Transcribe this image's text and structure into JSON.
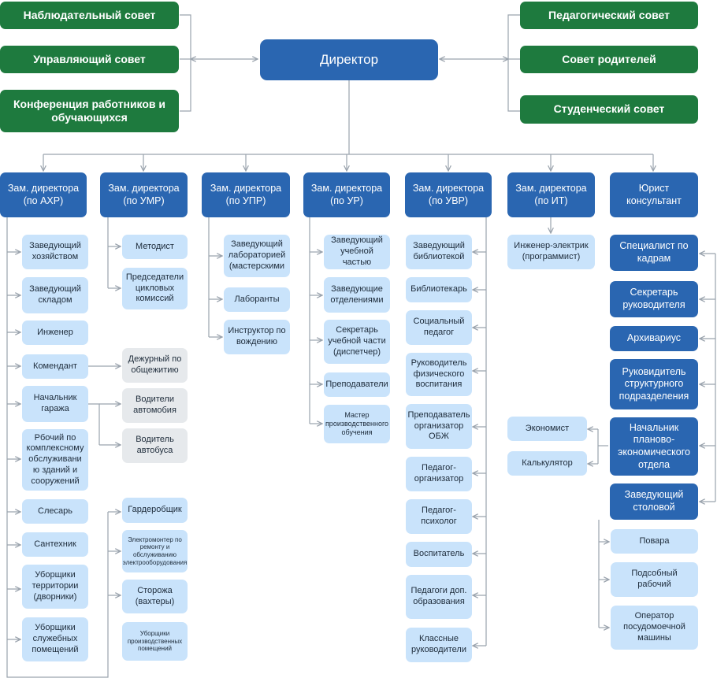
{
  "colors": {
    "governance": "#1e7a3e",
    "head": "#2a66b1",
    "staff": "#c9e3fb",
    "external": "#e6e9ec",
    "connector": "#9aa3ad"
  },
  "governance": {
    "left": [
      "Наблюдательный совет",
      "Управляющий совет",
      "Конференция работников и обучающихся"
    ],
    "right": [
      "Педагогический совет",
      "Совет родителей",
      "Студенческий совет"
    ]
  },
  "director": "Директор",
  "departments": {
    "ahr": {
      "head": "Зам. директора (по АХР)",
      "staff": [
        "Заведующий хозяйством",
        "Заведующий складом",
        "Инженер",
        "Комендант",
        "Начальник гаража",
        "Рбочий по комплексному обслуживани ю зданий и сооружений",
        "Слесарь",
        "Сантехник",
        "Уборщики территории (дворники)",
        "Уборщики служебных помещений"
      ],
      "sub": [
        "Дежурный по общежитию",
        "Водители автомобия",
        "Водитель автобуса",
        "Гардеробщик",
        "Электромонтер по ремонту и обслуживанию электрооборудования",
        "Сторожа (вахтеры)",
        "Уборщики производственных помещений"
      ]
    },
    "umr": {
      "head": "Зам. директора (по УМР)",
      "staff": [
        "Методист",
        "Председатели цикловых комиссий"
      ]
    },
    "upr": {
      "head": "Зам. директора (по УПР)",
      "staff": [
        "Заведующий лабораторией (мастерскими",
        "Лаборанты",
        "Инструктор по вождению"
      ]
    },
    "ur": {
      "head": "Зам. директора (по УР)",
      "staff": [
        "Заведующий учебной частью",
        "Заведующие отделениями",
        "Секретарь учебной части (диспетчер)",
        "Преподаватели",
        "Мастер производственного обучения"
      ]
    },
    "uvr": {
      "head": "Зам. директора (по УВР)",
      "staff": [
        "Заведующий библиотекой",
        "Библиотекарь",
        "Социальный педагог",
        "Руководитель физического воспитания",
        "Преподаватель организатор ОБЖ",
        "Педагог-организатор",
        "Педагог-психолог",
        "Воспитатель",
        "Педагоги доп. образования",
        "Классные руководители"
      ]
    },
    "it": {
      "head": "Зам. директора (по ИТ)",
      "staff": [
        "Инженер-электрик (программист)"
      ]
    },
    "law": {
      "head": "Юрист консультант",
      "direct": [
        "Специалист по кадрам",
        "Секретарь руководителя",
        "Архивариус",
        "Руковидитель структурного подразделения",
        "Начальник планово-экономического отдела",
        "Заведующий столовой"
      ],
      "economics": [
        "Экономист",
        "Калькулятор"
      ],
      "canteen": [
        "Повара",
        "Подсобный рабочий",
        "Оператор посудомоечной машины"
      ]
    }
  }
}
